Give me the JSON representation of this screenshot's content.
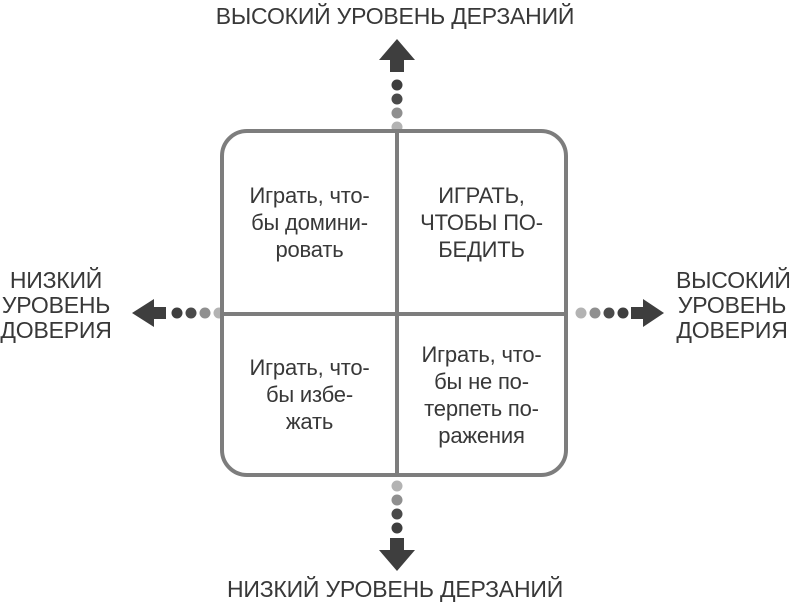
{
  "diagram": {
    "axes": {
      "top": "ВЫСОКИЙ УРОВЕНЬ ДЕРЗАНИЙ",
      "bottom": "НИЗКИЙ УРОВЕНЬ ДЕРЗАНИЙ",
      "left": "НИЗКИЙ\nУРОВЕНЬ\nДОВЕРИЯ",
      "right": "ВЫСОКИЙ\nУРОВЕНЬ\nДОВЕРИЯ"
    },
    "quadrants": {
      "top_left": "Играть, что-\nбы домини-\nровать",
      "top_right": "ИГРАТЬ,\nЧТОБЫ ПО-\nБЕДИТЬ",
      "bottom_left": "Играть, что-\nбы избе-\nжать",
      "bottom_right": "Играть, что-\nбы не по-\nтерпеть по-\nражения"
    },
    "colors": {
      "frame": "#7d7d7d",
      "text": "#383838",
      "arrow_dark": "#3e3e3e",
      "dot_dark": "#4a4a4a",
      "dot_medium": "#8f8f8f",
      "dot_light": "#b3b3b3"
    }
  }
}
